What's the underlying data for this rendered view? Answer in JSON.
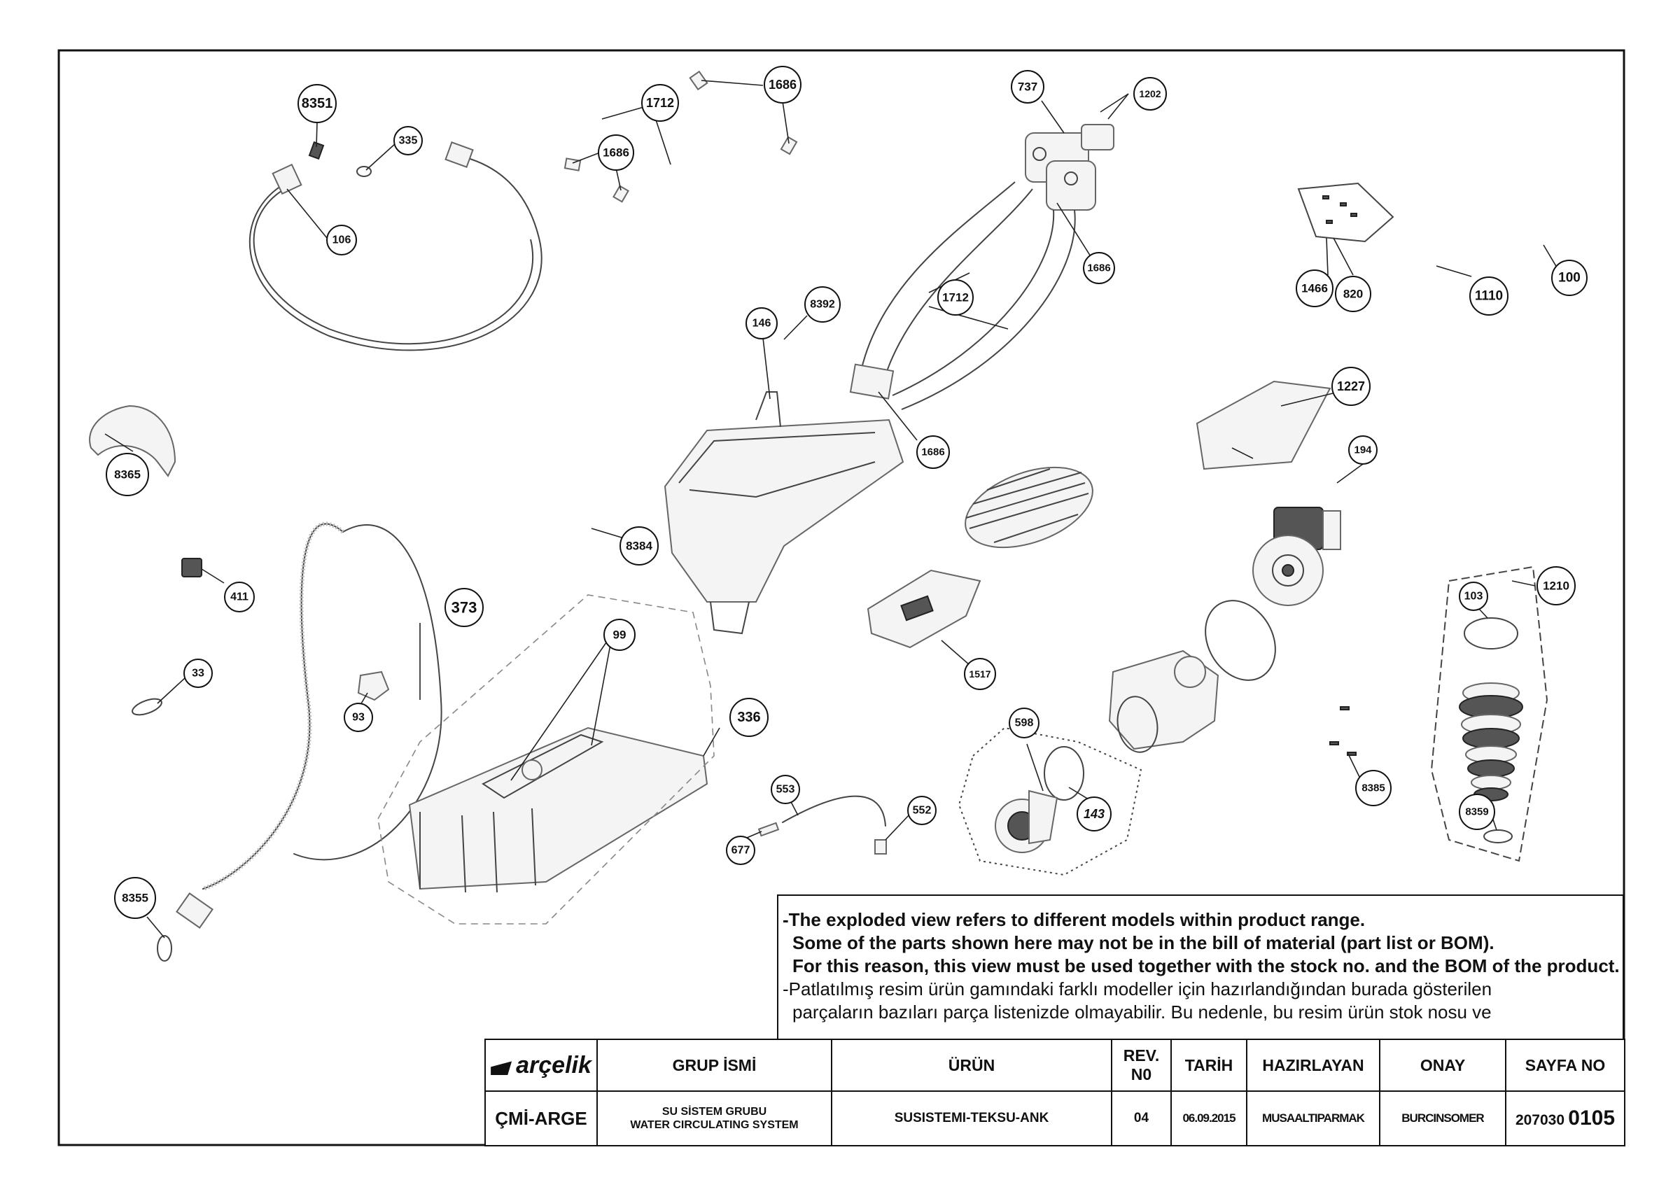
{
  "callouts": [
    {
      "id": "c8351",
      "label": "8351"
    },
    {
      "id": "c335",
      "label": "335"
    },
    {
      "id": "c106",
      "label": "106"
    },
    {
      "id": "c1712a",
      "label": "1712"
    },
    {
      "id": "c1686a",
      "label": "1686"
    },
    {
      "id": "c1686b",
      "label": "1686"
    },
    {
      "id": "c737",
      "label": "737"
    },
    {
      "id": "c1202",
      "label": "1202"
    },
    {
      "id": "c1686c",
      "label": "1686"
    },
    {
      "id": "c1712b",
      "label": "1712"
    },
    {
      "id": "c146",
      "label": "146"
    },
    {
      "id": "c8392",
      "label": "8392"
    },
    {
      "id": "c1686d",
      "label": "1686"
    },
    {
      "id": "c1466",
      "label": "1466"
    },
    {
      "id": "c820",
      "label": "820"
    },
    {
      "id": "c1110",
      "label": "1110"
    },
    {
      "id": "c100",
      "label": "100"
    },
    {
      "id": "c1227",
      "label": "1227"
    },
    {
      "id": "c194",
      "label": "194"
    },
    {
      "id": "c8365",
      "label": "8365"
    },
    {
      "id": "c8384",
      "label": "8384"
    },
    {
      "id": "c411",
      "label": "411"
    },
    {
      "id": "c373",
      "label": "373"
    },
    {
      "id": "c99",
      "label": "99"
    },
    {
      "id": "c336",
      "label": "336"
    },
    {
      "id": "c33",
      "label": "33"
    },
    {
      "id": "c93",
      "label": "93"
    },
    {
      "id": "c1517",
      "label": "1517"
    },
    {
      "id": "c1210",
      "label": "1210"
    },
    {
      "id": "c103",
      "label": "103"
    },
    {
      "id": "c598",
      "label": "598"
    },
    {
      "id": "c143",
      "label": "143"
    },
    {
      "id": "c553",
      "label": "553"
    },
    {
      "id": "c552",
      "label": "552"
    },
    {
      "id": "c677",
      "label": "677"
    },
    {
      "id": "c8385",
      "label": "8385"
    },
    {
      "id": "c8359",
      "label": "8359"
    },
    {
      "id": "c8355",
      "label": "8355"
    }
  ],
  "notes": {
    "en_1": "-The exploded view refers to different models within product range.",
    "en_2": "Some of the parts shown here may not be in the bill of material (part list or BOM).",
    "en_3": "For this reason, this view must be used together with the stock no. and the BOM of the product.",
    "tr_1": "-Patlatılmış resim ürün gamındaki farklı modeller için hazırlandığından burada gösterilen",
    "tr_2": "parçaların bazıları parça listenizde olmayabilir. Bu nedenle, bu resim ürün stok nosu ve"
  },
  "title_block": {
    "brand": "arçelik",
    "headers": {
      "group": "GRUP İSMİ",
      "product": "ÜRÜN",
      "rev": "REV. N0",
      "date": "TARİH",
      "prepared": "HAZIRLAYAN",
      "approval": "ONAY",
      "page": "SAYFA NO"
    },
    "values": {
      "department": "ÇMİ-ARGE",
      "group_tr": "SU SİSTEM GRUBU",
      "group_en": "WATER CIRCULATING SYSTEM",
      "product": "SUSISTEMI-TEKSU-ANK",
      "rev": "04",
      "date": "06.09.2015",
      "prepared": "MUSAALTIPARMAK",
      "approval": "BURCINSOMER",
      "page_prefix": "207030",
      "page_suffix": "0105"
    }
  }
}
